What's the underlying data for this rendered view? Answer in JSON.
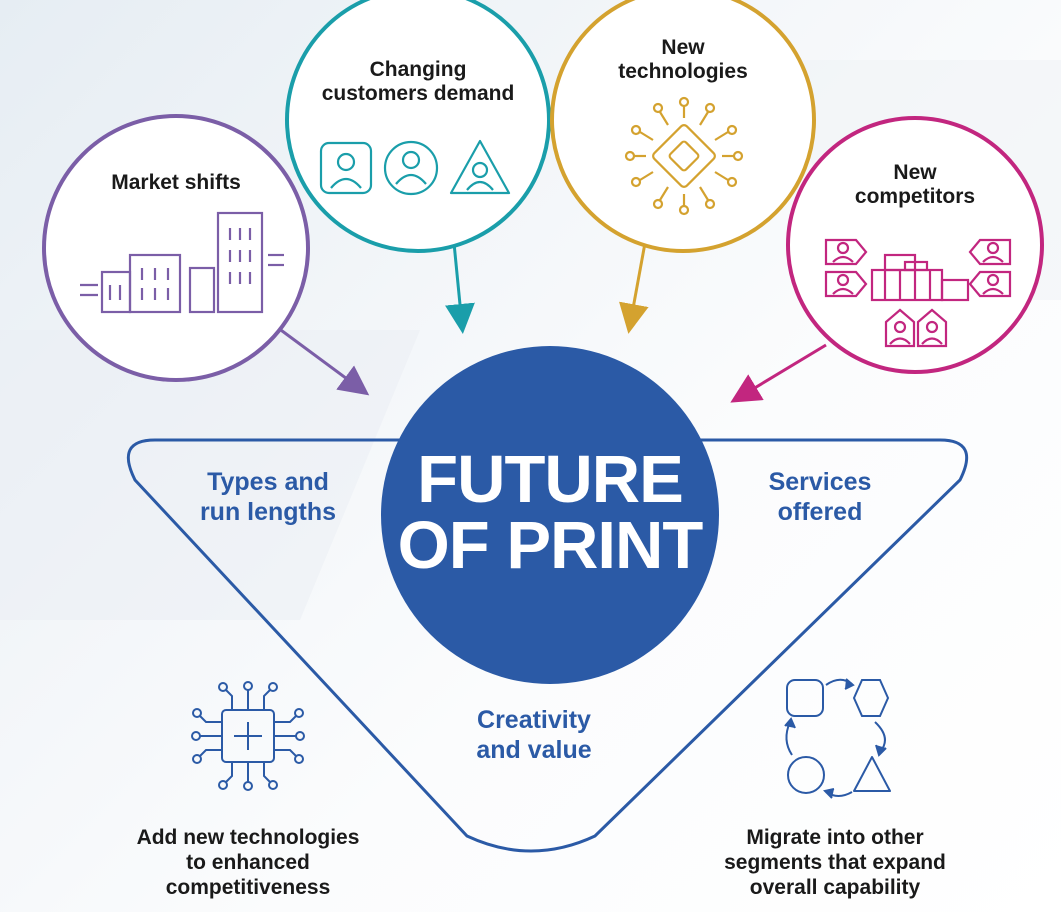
{
  "title": {
    "line1": "FUTURE",
    "line2": "OF PRINT"
  },
  "drivers": [
    {
      "label": [
        "Market shifts"
      ],
      "icon": "city-buildings-icon",
      "color": "#7b5ea7"
    },
    {
      "label": [
        "Changing",
        "customers demand"
      ],
      "icon": "customers-icon",
      "color": "#1a9eaa"
    },
    {
      "label": [
        "New",
        "technologies"
      ],
      "icon": "microchip-icon",
      "color": "#d4a22f"
    },
    {
      "label": [
        "New",
        "competitors"
      ],
      "icon": "competitors-icon",
      "color": "#c2267f"
    }
  ],
  "triangle": {
    "left": [
      "Types and",
      "run lengths"
    ],
    "right": [
      "Services",
      "offered"
    ],
    "bottom": [
      "Creativity",
      "and value"
    ],
    "color": "#2b5aa6"
  },
  "outcomes": [
    {
      "label": [
        "Add new technologies",
        "to enhanced",
        "competitiveness"
      ],
      "icon": "tech-add-chip-icon"
    },
    {
      "label": [
        "Migrate into other",
        "segments that expand",
        "overall capability"
      ],
      "icon": "segment-cycle-icon"
    }
  ]
}
